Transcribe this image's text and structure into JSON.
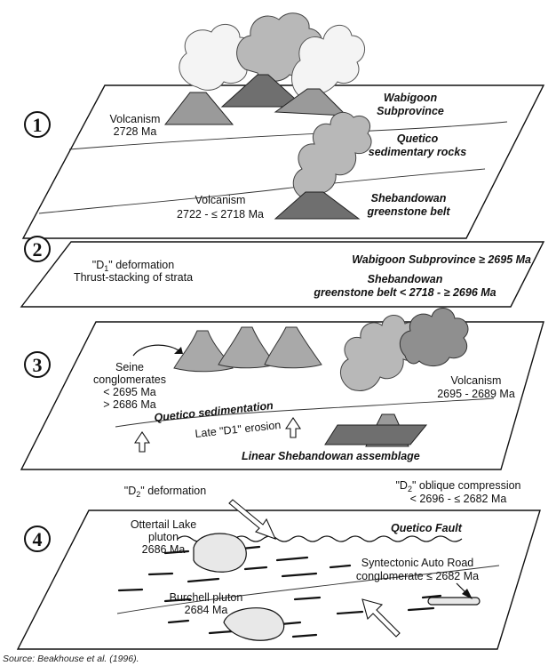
{
  "panel1": {
    "number": "1",
    "volcanism_left": "Volcanism",
    "age_left": "2728 Ma",
    "wabigoon_1": "Wabigoon",
    "wabigoon_2": "Subprovince",
    "quetico_1": "Quetico",
    "quetico_2": "sedimentary rocks",
    "volcanism_bottom": "Volcanism",
    "age_bottom": "2722 - ≤ 2718 Ma",
    "shebandowan_1": "Shebandowan",
    "shebandowan_2": "greenstone belt"
  },
  "panel2": {
    "number": "2",
    "deformation_pre": "\"D",
    "deformation_sub": "1",
    "deformation_post": "\" deformation",
    "thrust": "Thrust-stacking of strata",
    "wabigoon": "Wabigoon Subprovince ≥ 2695 Ma",
    "shebandowan_1": "Shebandowan",
    "shebandowan_2": "greenstone belt < 2718 - ≥ 2696 Ma"
  },
  "panel3": {
    "number": "3",
    "seine_1": "Seine",
    "seine_2": "conglomerates",
    "seine_3": "< 2695 Ma",
    "seine_4": "> 2686 Ma",
    "volcanism": "Volcanism",
    "volcanism_age": "2695 - 2689 Ma",
    "quetico_sedimentation": "Quetico sedimentation",
    "erosion": "Late \"D1\" erosion",
    "linear": "Linear Shebandowan assemblage"
  },
  "panel4": {
    "number": "4",
    "d2_deformation_pre": "\"D",
    "d2_deformation_sub": "2",
    "d2_deformation_post": "\" deformation",
    "d2_oblique_pre": "\"D",
    "d2_oblique_sub": "2",
    "d2_oblique_post": "\" oblique compression",
    "d2_oblique_age": "< 2696 - ≤ 2682 Ma",
    "ottertail_1": "Ottertail Lake",
    "ottertail_2": "pluton",
    "ottertail_3": "2686 Ma",
    "quetico_fault": "Quetico Fault",
    "auto_road_1": "Syntectonic Auto Road",
    "auto_road_2": "conglomerate ≤ 2682 Ma",
    "burchell_1": "Burchell pluton",
    "burchell_2": "2684 Ma"
  },
  "source": "Source: Beakhouse et al. (1996).",
  "colors": {
    "ink": "#111111",
    "light_gray": "#b8b8b8",
    "mid_gray": "#9a9a9a",
    "dark_gray": "#6f6f6f"
  }
}
